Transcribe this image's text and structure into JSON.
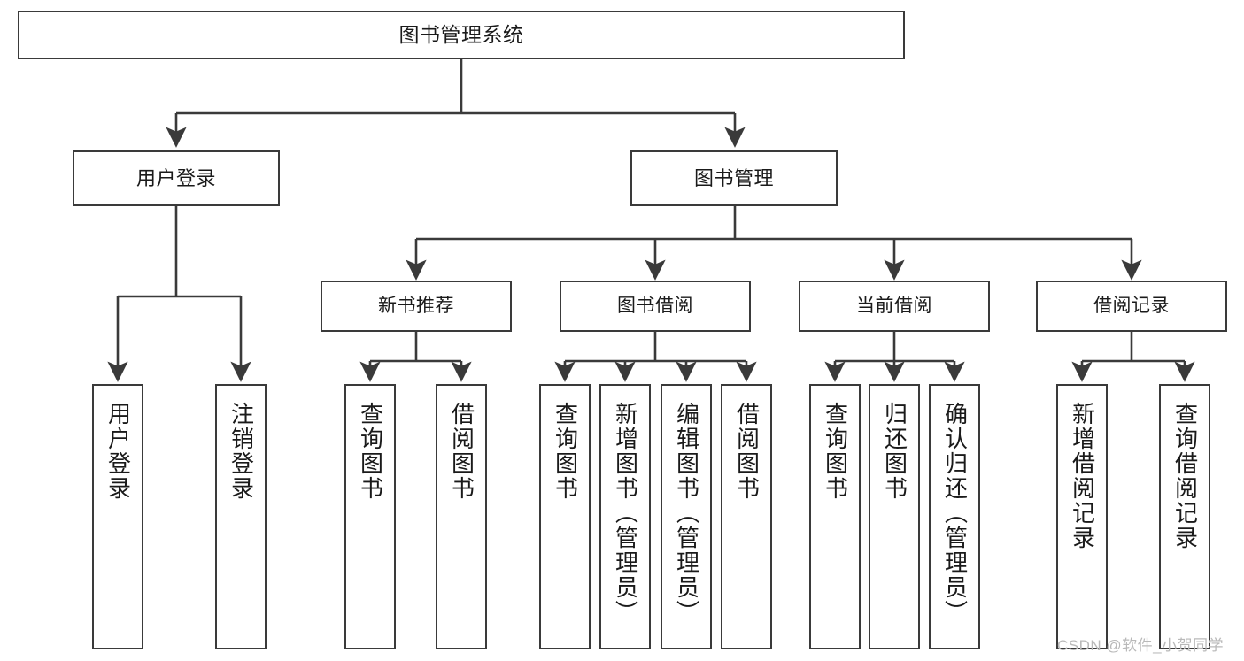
{
  "diagram": {
    "title": "图书管理系统",
    "type": "功能结构图",
    "watermark": "CSDN @软件_小贺同学",
    "colors": {
      "background": "#ffffff",
      "node_border": "#3a3a3a",
      "node_fill": "#ffffff",
      "edge": "#3a3a3a",
      "text": "#1a1a1a",
      "watermark": "#b9b9b9"
    },
    "root": {
      "label": "图书管理系统"
    },
    "level2": [
      {
        "label": "用户登录"
      },
      {
        "label": "图书管理"
      }
    ],
    "level3": [
      {
        "label": "新书推荐"
      },
      {
        "label": "图书借阅"
      },
      {
        "label": "当前借阅"
      },
      {
        "label": "借阅记录"
      }
    ],
    "leaves": {
      "user_login": [
        {
          "label": "用户登录"
        },
        {
          "label": "注销登录"
        }
      ],
      "new_book_recommend": [
        {
          "label": "查询图书"
        },
        {
          "label": "借阅图书"
        }
      ],
      "book_borrow": [
        {
          "label": "查询图书"
        },
        {
          "label": "新增图书（管理员）"
        },
        {
          "label": "编辑图书（管理员）"
        },
        {
          "label": "借阅图书"
        }
      ],
      "current_borrow": [
        {
          "label": "查询图书"
        },
        {
          "label": "归还图书"
        },
        {
          "label": "确认归还（管理员）"
        }
      ],
      "borrow_record": [
        {
          "label": "新增借阅记录"
        },
        {
          "label": "查询借阅记录"
        }
      ]
    }
  }
}
